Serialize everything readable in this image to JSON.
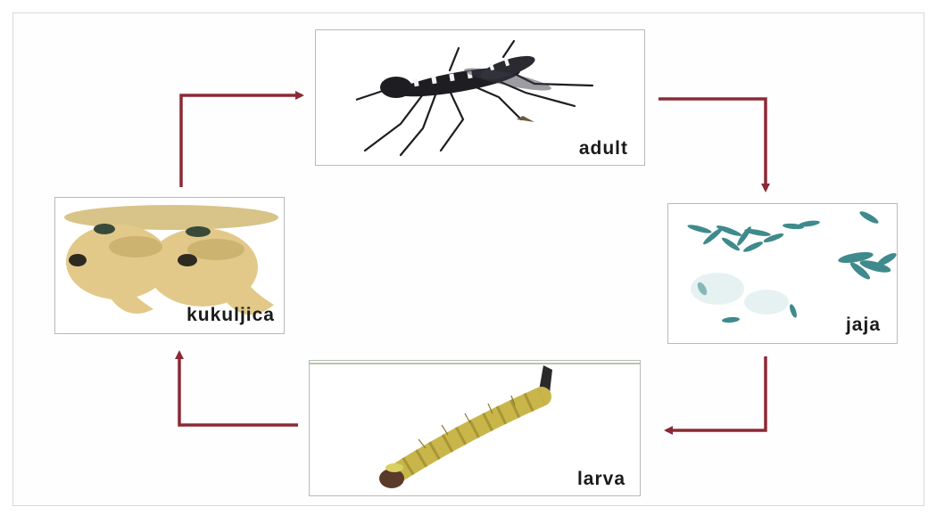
{
  "stages": {
    "adult": {
      "label": "adult"
    },
    "eggs": {
      "label": "jaja"
    },
    "larva": {
      "label": "larva"
    },
    "pupa": {
      "label": "kukuljica"
    }
  },
  "colors": {
    "arrow": "#8b2a35",
    "mosquito": "#1d1d22",
    "eggs": "#3f8a8c",
    "larva": "#c9b64a",
    "pupa": "#e2c98a"
  },
  "icons": {
    "adult": "mosquito-photo",
    "eggs": "eggs-photo",
    "larva": "larva-photo",
    "pupa": "pupa-photo"
  }
}
